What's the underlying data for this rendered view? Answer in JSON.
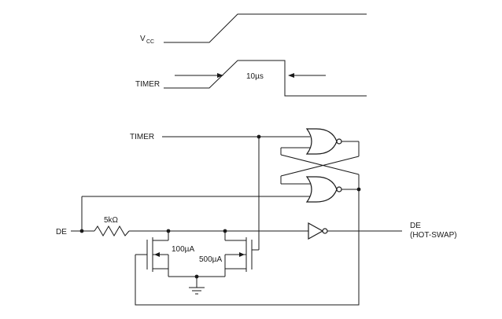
{
  "timing": {
    "vcc_label_main": "V",
    "vcc_label_sub": "CC",
    "timer_label": "TIMER",
    "pulse_label": "10µs"
  },
  "circuit": {
    "timer_input_label": "TIMER",
    "de_input_label": "DE",
    "resistor_label": "5kΩ",
    "current_source_left_label": "100µA",
    "current_source_right_label": "500µA",
    "de_output_label_line1": "DE",
    "de_output_label_line2": "(HOT-SWAP)"
  }
}
